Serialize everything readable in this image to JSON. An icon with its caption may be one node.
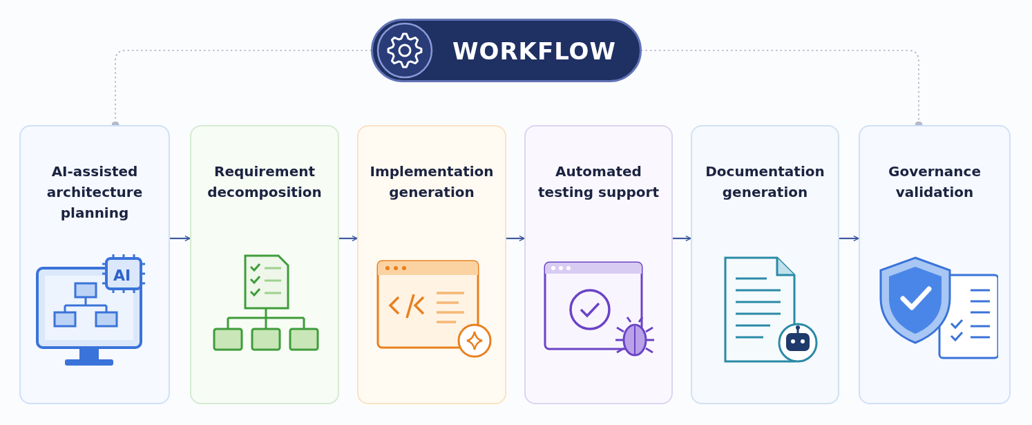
{
  "diagram": {
    "nodes": [
      {
        "text": [
          "WORKFLOW"
        ]
      },
      {
        "text": [
          "AI-assisted architecture planning"
        ]
      },
      {
        "text": [
          "Requirement decomposition"
        ]
      },
      {
        "text": [
          "Implementation generation"
        ]
      },
      {
        "text": [
          "Automated testing support"
        ]
      },
      {
        "text": [
          "Documentation generation"
        ]
      },
      {
        "text": [
          "Governance validation"
        ]
      }
    ],
    "edges": [
      {
        "from": 0,
        "to": 1,
        "arrow": "other",
        "style": "dashed",
        "color": "#b4bacb"
      },
      {
        "from": 0,
        "to": 6,
        "arrow": "other",
        "style": "dashed",
        "color": "#b4bacb"
      },
      {
        "from": 1,
        "to": 2,
        "arrow": "to"
      },
      {
        "from": 2,
        "to": 3,
        "arrow": "to"
      },
      {
        "from": 3,
        "to": 4,
        "arrow": "to"
      },
      {
        "from": 4,
        "to": 5,
        "arrow": "to"
      },
      {
        "from": 5,
        "to": 6,
        "arrow": "to"
      }
    ],
    "labels": [
      "AI"
    ]
  }
}
